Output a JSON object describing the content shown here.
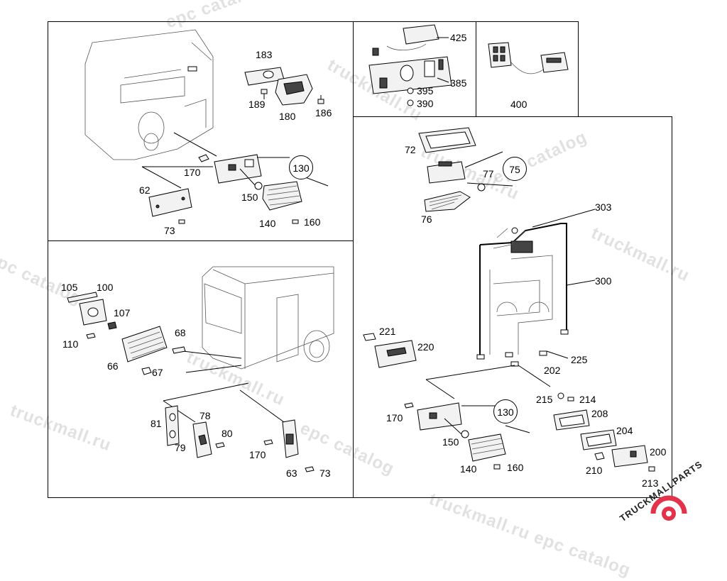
{
  "watermarks": [
    "epc catalog",
    "truckmall.ru",
    "truckmall.ru",
    "epc catalog",
    "truckmall.ru",
    "epc catalog",
    "truckmall.ru",
    "epc catalog",
    "truckmall.ru epc catalog",
    "truckmall.ru"
  ],
  "logo": {
    "text": "TRUCKMALLPARTS",
    "accent_color": "#e2334a"
  },
  "panels": {
    "top_left": {
      "callouts": [
        "183",
        "189",
        "180",
        "186",
        "170",
        "130",
        "62",
        "150",
        "140",
        "160",
        "73"
      ]
    },
    "top_middle": {
      "callouts": [
        "425",
        "385",
        "395",
        "390"
      ]
    },
    "top_right": {
      "callouts": [
        "400"
      ]
    },
    "bottom_left": {
      "callouts": [
        "105",
        "100",
        "107",
        "110",
        "68",
        "66",
        "67",
        "78",
        "81",
        "80",
        "79",
        "170",
        "63",
        "73"
      ]
    },
    "right": {
      "callouts": [
        "72",
        "75",
        "77",
        "76",
        "303",
        "300",
        "221",
        "220",
        "225",
        "202",
        "215",
        "214",
        "208",
        "170",
        "130",
        "204",
        "150",
        "200",
        "140",
        "160",
        "210",
        "213"
      ]
    }
  },
  "circled_labels": [
    "130",
    "75",
    "130"
  ]
}
